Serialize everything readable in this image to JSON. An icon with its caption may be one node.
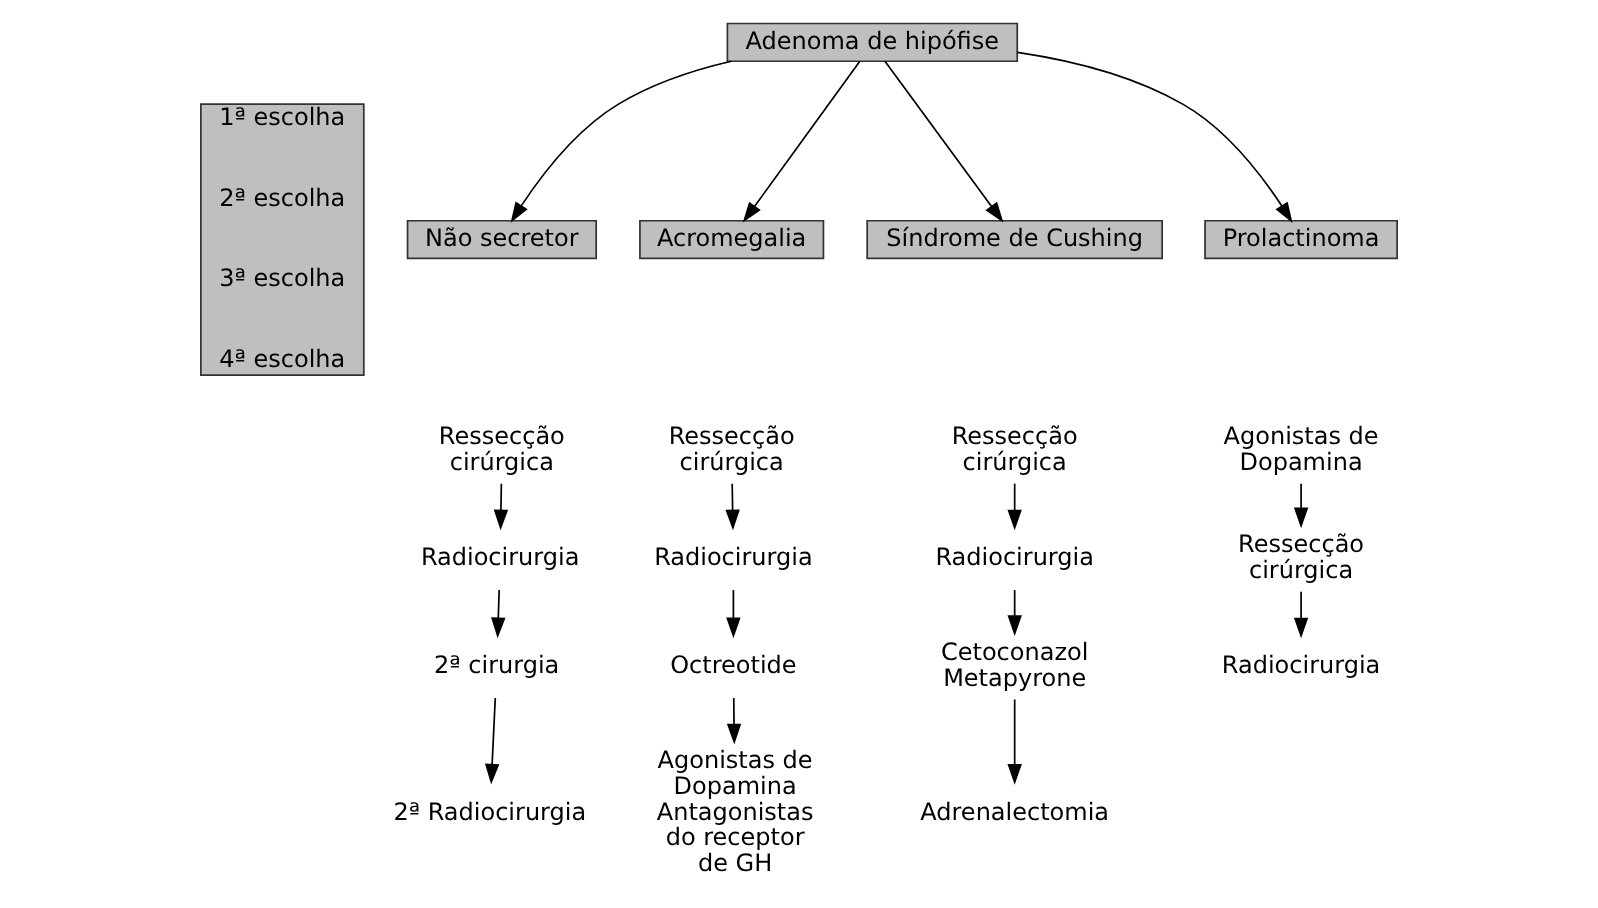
{
  "diagram": {
    "nodes": [
      {
        "text": [
          "Adenoma de hipófise"
        ]
      },
      {
        "text": [
          "Não secretor"
        ]
      },
      {
        "text": [
          "Acromegalia"
        ]
      },
      {
        "text": [
          "Síndrome de Cushing"
        ]
      },
      {
        "text": [
          "Prolactinoma"
        ]
      },
      {
        "text": [
          "1ª escolha",
          "2ª escolha",
          "3ª escolha",
          "4ª escolha"
        ]
      },
      {
        "text": [
          "Ressecção cirúrgica"
        ]
      },
      {
        "text": [
          "Radiocirurgia"
        ]
      },
      {
        "text": [
          "2ª cirurgia"
        ]
      },
      {
        "text": [
          "2ª Radiocirurgia"
        ]
      },
      {
        "text": [
          "Ressecção cirúrgica"
        ]
      },
      {
        "text": [
          "Radiocirurgia"
        ]
      },
      {
        "text": [
          "Octreotide"
        ]
      },
      {
        "text": [
          "Agonistas de Dopamina Antagonistas do receptor de GH"
        ]
      },
      {
        "text": [
          "Ressecção cirúrgica"
        ]
      },
      {
        "text": [
          "Radiocirurgia"
        ]
      },
      {
        "text": [
          "Cetoconazol Metapyrone"
        ]
      },
      {
        "text": [
          "Adrenalectomia"
        ]
      },
      {
        "text": [
          "Agonistas de Dopamina"
        ]
      },
      {
        "text": [
          "Ressecção cirúrgica"
        ]
      },
      {
        "text": [
          "Radiocirurgia"
        ]
      }
    ],
    "edges": [
      {
        "from": 0,
        "to": 1,
        "arrow": "to"
      },
      {
        "from": 0,
        "to": 2,
        "arrow": "to"
      },
      {
        "from": 0,
        "to": 3,
        "arrow": "to"
      },
      {
        "from": 0,
        "to": 4,
        "arrow": "to"
      },
      {
        "from": 6,
        "to": 7,
        "arrow": "to"
      },
      {
        "from": 7,
        "to": 8,
        "arrow": "to"
      },
      {
        "from": 8,
        "to": 9,
        "arrow": "to"
      },
      {
        "from": 10,
        "to": 11,
        "arrow": "to"
      },
      {
        "from": 11,
        "to": 12,
        "arrow": "to"
      },
      {
        "from": 12,
        "to": 13,
        "arrow": "to"
      },
      {
        "from": 14,
        "to": 15,
        "arrow": "to"
      },
      {
        "from": 15,
        "to": 16,
        "arrow": "to"
      },
      {
        "from": 16,
        "to": 17,
        "arrow": "to"
      },
      {
        "from": 18,
        "to": 19,
        "arrow": "to"
      },
      {
        "from": 19,
        "to": 20,
        "arrow": "to"
      }
    ]
  }
}
